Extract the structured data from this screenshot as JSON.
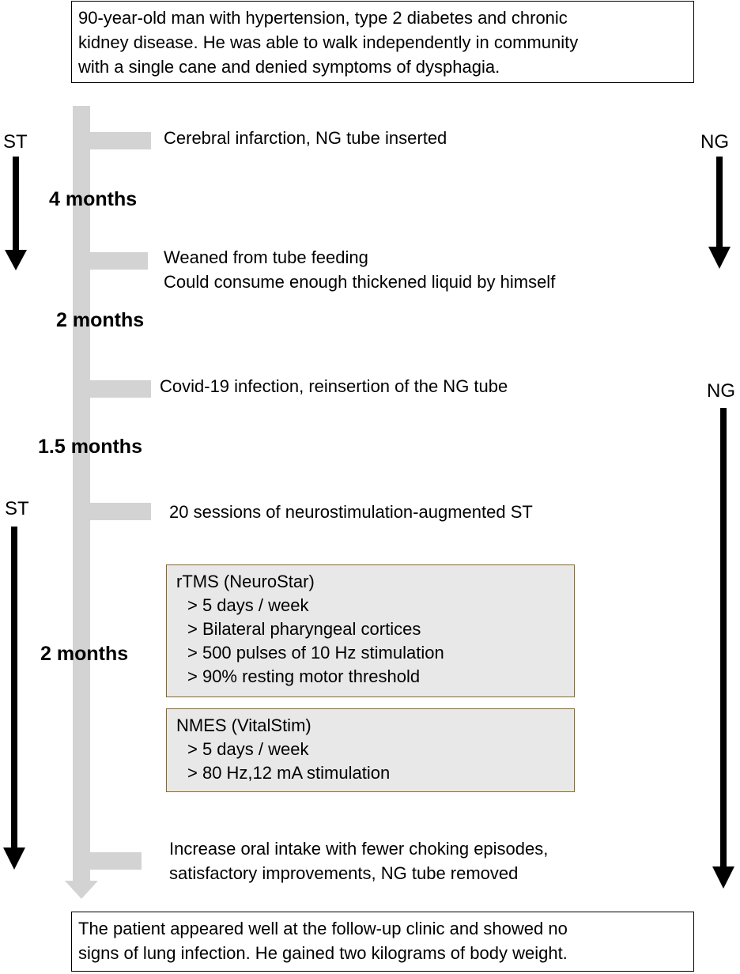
{
  "top_box": {
    "lines": [
      "90-year-old man with hypertension, type 2 diabetes and chronic",
      "kidney disease. He was able to walk independently in community",
      "with a single cane and denied symptoms of dysphagia."
    ]
  },
  "events": [
    {
      "lines": [
        "Cerebral infarction, NG tube inserted"
      ]
    },
    {
      "lines": [
        "Weaned from tube feeding",
        "Could consume enough thickened liquid by himself"
      ]
    },
    {
      "lines": [
        "Covid-19 infection, reinsertion of the NG tube"
      ]
    },
    {
      "lines": [
        "20 sessions of neurostimulation-augmented ST"
      ]
    },
    {
      "lines": [
        "Increase oral intake with fewer choking episodes,",
        "satisfactory improvements, NG tube removed"
      ]
    }
  ],
  "durations": [
    "4 months",
    "2 months",
    "1.5 months",
    "2 months"
  ],
  "side_labels": {
    "st_1": "ST",
    "ng_1": "NG",
    "st_2": "ST",
    "ng_2": "NG"
  },
  "rtms": {
    "title": "rTMS (NeuroStar)",
    "items": [
      "> 5 days / week",
      "> Bilateral pharyngeal cortices",
      "> 500 pulses of 10 Hz stimulation",
      "> 90% resting motor threshold"
    ]
  },
  "nmes": {
    "title": "NMES (VitalStim)",
    "items": [
      "> 5 days / week",
      "> 80 Hz,12 mA stimulation"
    ]
  },
  "bottom_box": {
    "lines": [
      "The patient appeared well at the follow-up clinic and showed no",
      "signs of lung infection. He gained two kilograms of body weight."
    ]
  },
  "colors": {
    "timeline": "#d3d3d3",
    "stim_border": "#8a6a1e",
    "stim_fill": "#e8e8e8"
  }
}
